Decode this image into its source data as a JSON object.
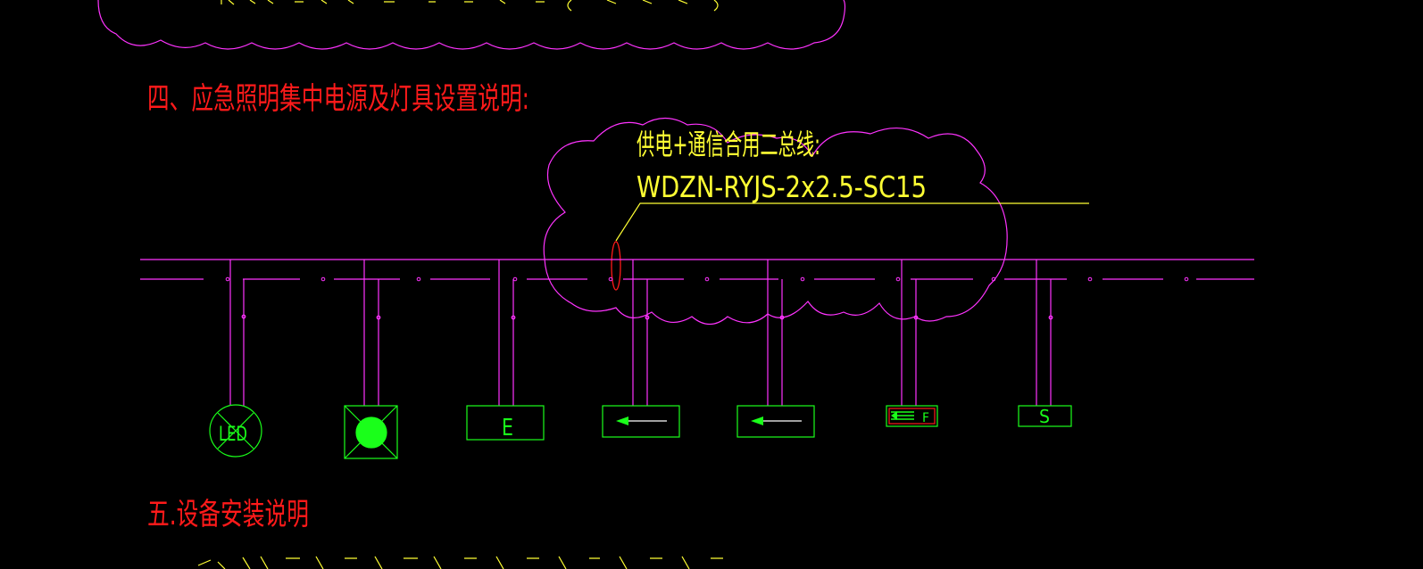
{
  "colors": {
    "background": "#000000",
    "magenta": "#ff33ff",
    "red": "#ff1a1a",
    "yellow": "#ffff33",
    "green": "#1aff1a",
    "darkred": "#cc1111"
  },
  "headings": {
    "section4": "四、应急照明集中电源及灯具设置说明:",
    "section5": "五.设备安装说明"
  },
  "callout": {
    "line1": "供电+通信合用二总线:",
    "line2": "WDZN-RYJS-2x2.5-SC15"
  },
  "fixtures": [
    {
      "type": "led-light",
      "label": "LED"
    },
    {
      "type": "lamp-filled",
      "label": ""
    },
    {
      "type": "exit-sign",
      "label": "E"
    },
    {
      "type": "arrow-sign-1",
      "label": ""
    },
    {
      "type": "arrow-sign-2",
      "label": ""
    },
    {
      "type": "floor-sign",
      "label": "F"
    },
    {
      "type": "safety-sign",
      "label": "S"
    }
  ]
}
